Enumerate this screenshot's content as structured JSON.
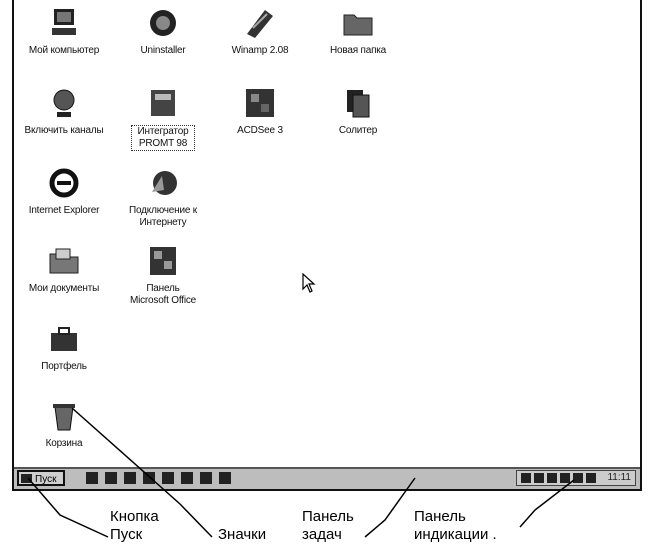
{
  "desktop_icons": [
    {
      "label": "Мой компьютер",
      "icon": "my-computer-icon"
    },
    {
      "label": "Uninstaller",
      "icon": "uninstaller-icon"
    },
    {
      "label": "Winamp 2.08",
      "icon": "winamp-icon"
    },
    {
      "label": "Новая папка",
      "icon": "folder-icon"
    },
    {
      "label": "Включить каналы",
      "icon": "channels-icon"
    },
    {
      "label": "Интегратор PROMT 98",
      "icon": "promt-icon"
    },
    {
      "label": "ACDSee 3",
      "icon": "acdsee-icon"
    },
    {
      "label": "Солитер",
      "icon": "solitaire-icon"
    },
    {
      "label": "Internet Explorer",
      "icon": "internet-explorer-icon"
    },
    {
      "label": "Подключение к Интернету",
      "icon": "internet-connection-icon"
    },
    {
      "label": "Мои документы",
      "icon": "my-documents-icon"
    },
    {
      "label": "Панель Microsoft Office",
      "icon": "office-panel-icon"
    },
    {
      "label": "Портфель",
      "icon": "briefcase-icon"
    },
    {
      "label": "Корзина",
      "icon": "recycle-bin-icon"
    }
  ],
  "taskbar": {
    "start_label": "Пуск",
    "clock": "11:11"
  },
  "callouts": {
    "start_button": "Кнопка\nПуск",
    "icons": "Значки",
    "taskbar": "Панель\nзадач",
    "tray": "Панель\nиндикации ."
  }
}
